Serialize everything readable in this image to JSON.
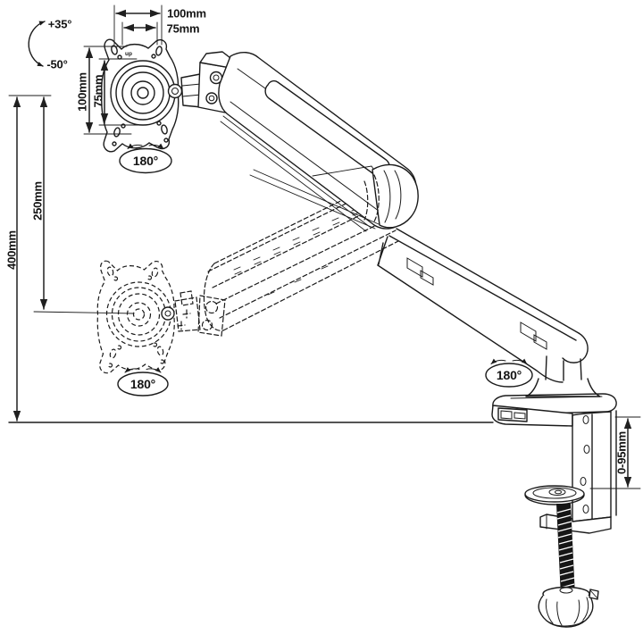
{
  "diagram": {
    "title": "Gas-spring desk monitor arm with C-clamp - dimension drawing",
    "background": "#ffffff",
    "line_color": "#1b1b1b",
    "annotations": {
      "tilt_up": "+35°",
      "tilt_down": "-50°",
      "vesa_width_outer": "100mm",
      "vesa_width_inner": "75mm",
      "vesa_height_outer": "100mm",
      "vesa_height_inner": "75mm",
      "rotation_head": "180°",
      "rotation_head_lowered": "180°",
      "rotation_base": "180°",
      "height_to_lowered_position": "250mm",
      "height_to_raised_position": "400mm",
      "clamp_range": "0-95mm",
      "plate_marking": "up"
    }
  }
}
